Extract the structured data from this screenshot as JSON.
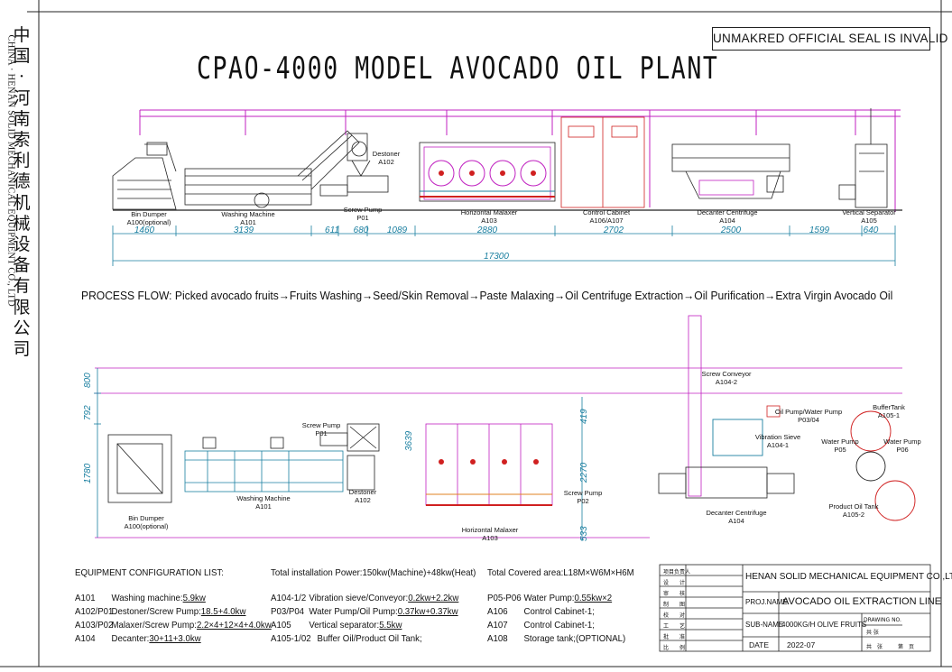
{
  "seal_note": "UNMAKRED OFFICIAL SEAL IS INVALID",
  "title": "CPAO-4000 MODEL AVOCADO OIL PLANT",
  "company_cn": "中国·河南索利德机械设备有限公司",
  "company_en": "CHINA · HENAN SOLID MECHANICAL EQUIPMENT CO., LTD",
  "process_flow": "PROCESS FLOW: Picked avocado fruits→Fruits Washing→Seed/Skin Removal→Paste Malaxing→Oil Centrifuge Extraction→Oil Purification→Extra Virgin Avocado Oil",
  "elevation": {
    "labels": [
      {
        "name": "Bin Dumper",
        "code": "A100(optional)"
      },
      {
        "name": "Washing Machine",
        "code": "A101"
      },
      {
        "name": "Screw Pump",
        "code": "P01"
      },
      {
        "name": "Destoner",
        "code": "A102"
      },
      {
        "name": "Horizontal Malaxer",
        "code": "A103"
      },
      {
        "name": "Control Cabinet",
        "code": "A106/A107"
      },
      {
        "name": "Decanter Centrifuge",
        "code": "A104"
      },
      {
        "name": "Vertical Separator",
        "code": "A105"
      }
    ],
    "dims": [
      "1460",
      "3139",
      "611",
      "680",
      "1089",
      "2880",
      "2702",
      "2500",
      "1599",
      "640"
    ],
    "total": "17300"
  },
  "plan": {
    "labels": [
      {
        "name": "Bin Dumper",
        "code": "A100(optional)"
      },
      {
        "name": "Washing Machine",
        "code": "A101"
      },
      {
        "name": "Screw Pump",
        "code": "P01"
      },
      {
        "name": "Destoner",
        "code": "A102"
      },
      {
        "name": "Horizontal Malaxer",
        "code": "A103"
      },
      {
        "name": "Screw Pump",
        "code": "P02"
      },
      {
        "name": "Screw Conveyor",
        "code": "A104-2"
      },
      {
        "name": "Oil Pump/Water Pump",
        "code": "P03/04"
      },
      {
        "name": "Vibration Sieve",
        "code": "A104-1"
      },
      {
        "name": "BufferTank",
        "code": "A105-1"
      },
      {
        "name": "Water Pump",
        "code": "P05"
      },
      {
        "name": "Water Pump",
        "code": "P06"
      },
      {
        "name": "Decanter Centrifuge",
        "code": "A104"
      },
      {
        "name": "Product Oil Tank",
        "code": "A105-2"
      }
    ],
    "vdims": [
      "800",
      "792",
      "1780",
      "3639",
      "419",
      "2270",
      "533"
    ]
  },
  "equipment": {
    "header": "EQUIPMENT CONFIGURATION LIST:",
    "power": "Total installation Power:150kw(Machine)+48kw(Heat)",
    "area": "Total Covered area:L18M×W6M×H6M",
    "col1": [
      {
        "code": "A101",
        "text": "Washing machine:",
        "value": "5.9kw"
      },
      {
        "code": "A102/P01",
        "text": "Destoner/Screw Pump:",
        "value": "18.5+4.0kw"
      },
      {
        "code": "A103/P02",
        "text": "Malaxer/Screw Pump:",
        "value": "2.2×4+12×4+4.0kw"
      },
      {
        "code": "A104",
        "text": "Decanter:",
        "value": "30+11+3.0kw"
      }
    ],
    "col2": [
      {
        "code": "A104-1/2",
        "text": "Vibration sieve/Conveyor:",
        "value": "0.2kw+2.2kw"
      },
      {
        "code": "P03/P04",
        "text": "Water Pump/Oil Pump:",
        "value": "0.37kw+0.37kw"
      },
      {
        "code": "A105",
        "text": "Vertical separator:",
        "value": "5.5kw"
      },
      {
        "code": "A105-1/02",
        "text": "Buffer Oil/Product Oil Tank;",
        "value": ""
      }
    ],
    "col3": [
      {
        "code": "P05-P06",
        "text": "Water Pump:",
        "value": "0.55kw×2"
      },
      {
        "code": "A106",
        "text": "Control Cabinet-1;",
        "value": ""
      },
      {
        "code": "A107",
        "text": "Control Cabinet-1;",
        "value": ""
      },
      {
        "code": "A108",
        "text": "Storage tank;(OPTIONAL)",
        "value": ""
      }
    ]
  },
  "title_block": {
    "company": "HENAN SOLID MECHANICAL EQUIPMENT CO.,LTD",
    "proj_label": "PROJ.NAME",
    "proj_value": "AVOCADO OIL EXTRACTION LINE",
    "sub_label": "SUB-NAME",
    "sub_value": "4000KG/H OLIVE FRUITS",
    "drawing_label": "DRAWING NO.",
    "date_label": "DATE",
    "date_value": "2022-07",
    "left_rows": [
      "项目负责人",
      "设　　计",
      "审　　核",
      "制　　图",
      "校　　对",
      "工　　艺",
      "批　　准",
      "比　　例"
    ],
    "sheets_total": "共　张",
    "sheet_no": "第　页",
    "drawing_no_value": "共 张"
  }
}
